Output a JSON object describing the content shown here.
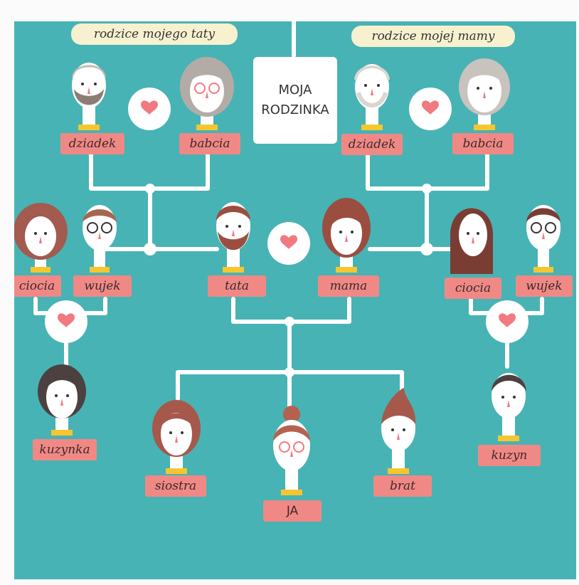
{
  "headings": {
    "dad_parents": "rodzice mojego taty",
    "mom_parents": "rodzice mojej mamy"
  },
  "title": "MOJA RODZINKA",
  "labels": {
    "dad_grandpa": "dziadek",
    "dad_grandma": "babcia",
    "mom_grandpa": "dziadek",
    "mom_grandma": "babcia",
    "left_aunt": "ciocia",
    "left_uncle": "wujek",
    "dad": "tata",
    "mom": "mama",
    "right_aunt": "ciocia",
    "right_uncle": "wujek",
    "left_cousin": "kuzynka",
    "sister": "siostra",
    "me": "JA",
    "brother": "brat",
    "right_cousin": "kuzyn"
  },
  "colors": {
    "background": "#47b3b4",
    "label": "#f08986",
    "heading": "#f8f1cf",
    "heart": "#f07a80",
    "line": "#ffffff"
  }
}
